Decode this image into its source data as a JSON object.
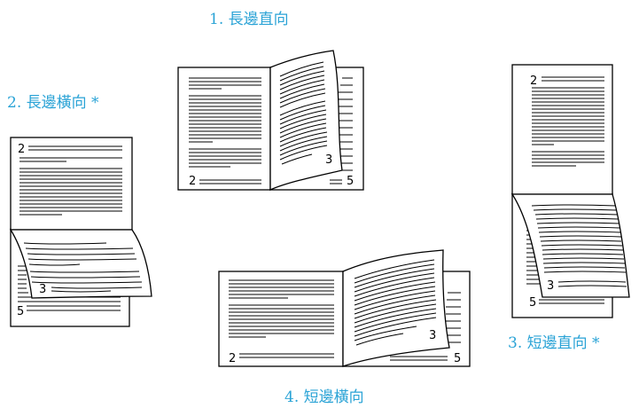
{
  "colors": {
    "caption": "#2aa3d6",
    "ink": "#000000",
    "paper": "#ffffff"
  },
  "options": [
    {
      "id": "long_edge_portrait",
      "caption": "1. 長邊直向",
      "pages": [
        "2",
        "3",
        "5"
      ]
    },
    {
      "id": "long_edge_landscape",
      "caption": "2. 長邊橫向 *",
      "pages": [
        "2",
        "3",
        "5"
      ]
    },
    {
      "id": "short_edge_portrait",
      "caption": "3. 短邊直向 *",
      "pages": [
        "2",
        "3",
        "5"
      ]
    },
    {
      "id": "short_edge_landscape",
      "caption": "4. 短邊橫向",
      "pages": [
        "2",
        "3",
        "5"
      ]
    }
  ]
}
